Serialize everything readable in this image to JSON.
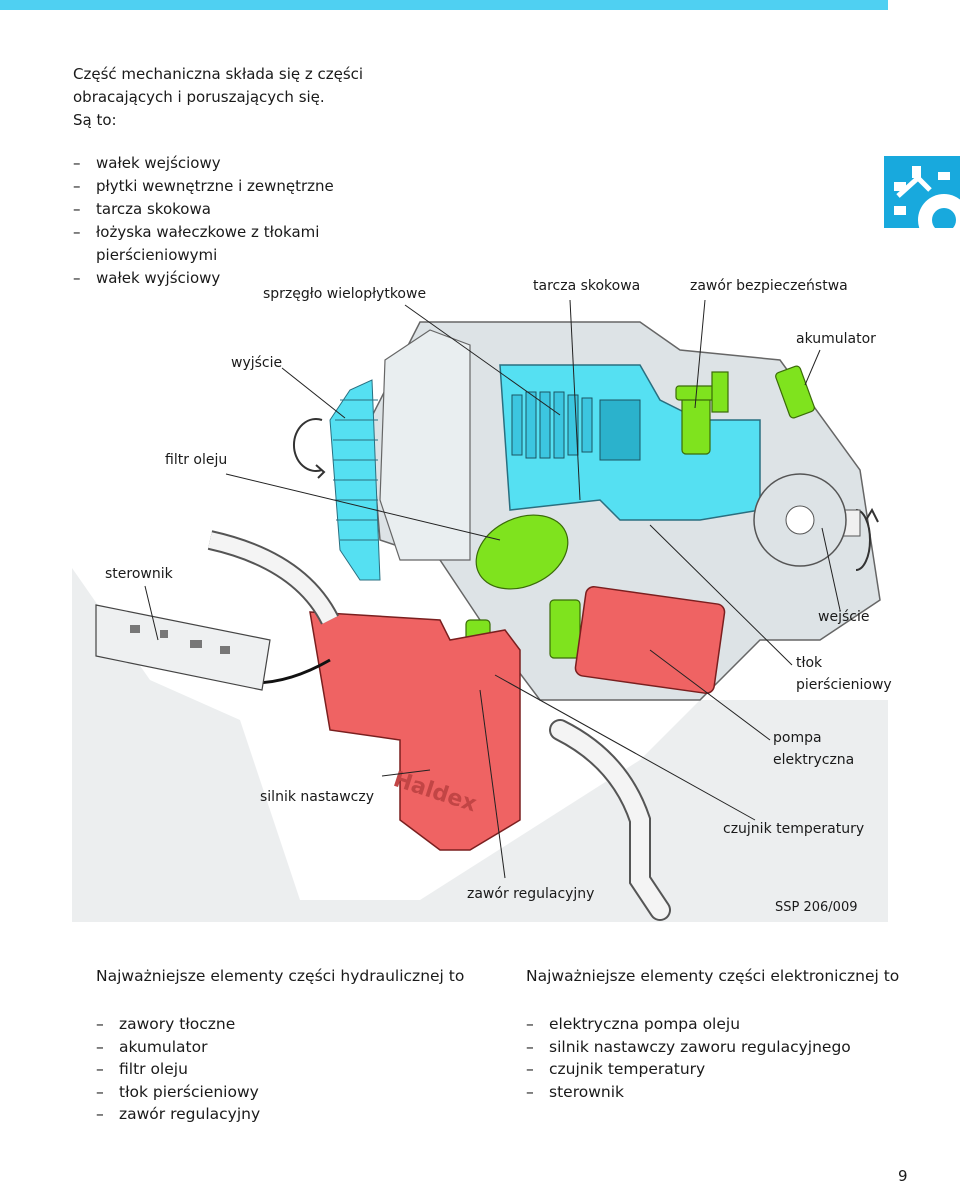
{
  "intro": {
    "line1": "Część mechaniczna składa się z części",
    "line2": "obracających i poruszających się.",
    "line3": "Są to:"
  },
  "mechanical_parts": [
    "wałek wejściowy",
    "płytki wewnętrzne i zewnętrzne",
    "tarcza skokowa",
    "łożyska wałeczkowe z tłokami pierścieniowymi",
    "wałek wyjściowy"
  ],
  "figure": {
    "labels": {
      "clutch": "sprzęgło wielopłytkowe",
      "swash_plate": "tarcza skokowa",
      "safety_valve": "zawór bezpieczeństwa",
      "accumulator": "akumulator",
      "output": "wyjście",
      "oil_filter": "filtr oleju",
      "controller": "sterownik",
      "input": "wejście",
      "annular_piston_1": "tłok",
      "annular_piston_2": "pierścieniowy",
      "pump_1": "pompa",
      "pump_2": "elektryczna",
      "actuator_motor": "silnik nastawczy",
      "temp_sensor": "czujnik temperatury",
      "control_valve": "zawór regulacyjny",
      "code": "SSP 206/009",
      "brand": "Haldex"
    },
    "colors": {
      "hydraulic": "#55e0f2",
      "green": "#7fe31e",
      "red": "#ef6363",
      "body": "#dde3e6",
      "accent": "#18a9dd"
    }
  },
  "hydraulic": {
    "title": "Najważniejsze elementy części hydraulicznej to",
    "items": [
      "zawory tłoczne",
      "akumulator",
      "filtr oleju",
      "tłok pierścieniowy",
      "zawór regulacyjny"
    ]
  },
  "electronic": {
    "title": "Najważniejsze elementy części elektronicznej to",
    "items": [
      "elektryczna pompa oleju",
      "silnik nastawczy zaworu regulacyjnego",
      "czujnik temperatury",
      "sterownik"
    ]
  },
  "page_number": "9",
  "icons": {
    "chapter": "gear-chapter-icon"
  }
}
